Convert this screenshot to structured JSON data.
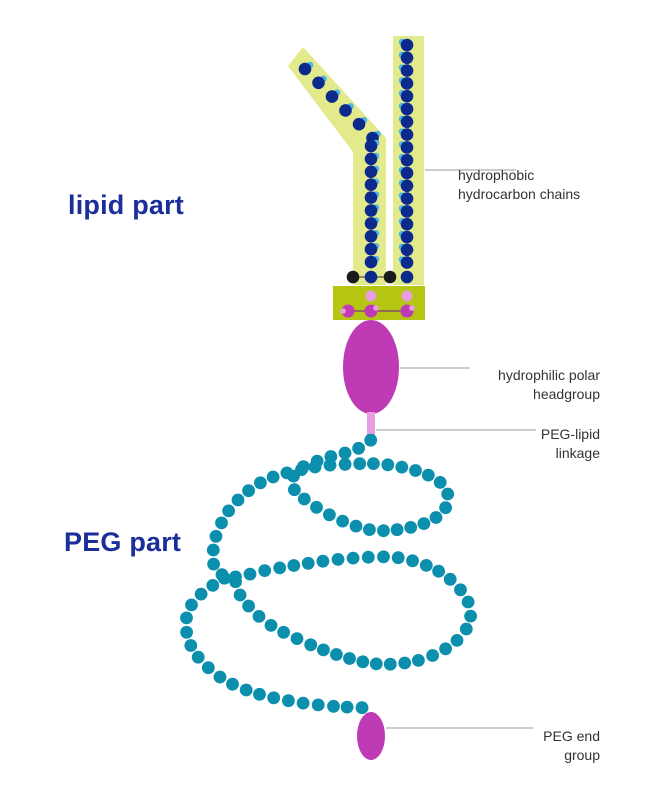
{
  "section_labels": {
    "lipid": "lipid part",
    "peg": "PEG part"
  },
  "annotations": {
    "chains": [
      "hydrophobic",
      "hydrocarbon chains"
    ],
    "headgroup": [
      "hydrophilic polar",
      "headgroup"
    ],
    "linkage": [
      "PEG-lipid",
      "linkage"
    ],
    "end_group": [
      "PEG end",
      "group"
    ]
  },
  "colors": {
    "title_blue": "#1b2e9a",
    "chain_band": "#e2ea8c",
    "glycerol_band": "#b5c511",
    "carbon_atom": "#0b2a8c",
    "hydrogen_atom": "#4fb7e8",
    "oxygen_atom": "#1a1a1a",
    "headgroup": "#bf3ab5",
    "linkage": "#e59ee0",
    "peg_bead": "#0c8fad",
    "leader_line": "#9a9a9a"
  }
}
